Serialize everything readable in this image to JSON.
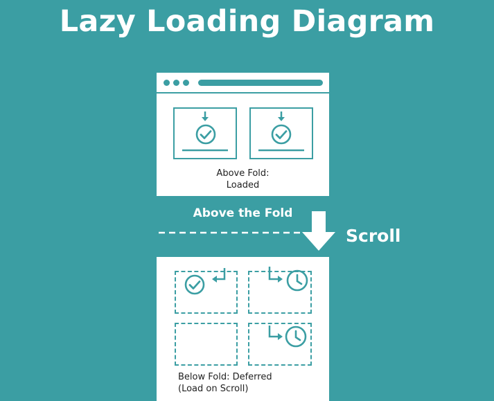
{
  "title": "Lazy Loading Diagram",
  "above_panel": {
    "caption_line1": "Above Fold:",
    "caption_line2": "Loaded",
    "items": [
      {
        "status": "loaded",
        "icon": "check-circle-icon"
      },
      {
        "status": "loaded",
        "icon": "check-circle-icon"
      }
    ]
  },
  "fold_label": "Above the Fold",
  "scroll_label": "Scroll",
  "below_panel": {
    "caption_line1": "Below Fold: Deferred",
    "caption_line2": "(Load on Scroll)",
    "items": [
      {
        "status": "loaded",
        "icon": "check-circle-icon"
      },
      {
        "status": "pending",
        "icon": "clock-icon"
      },
      {
        "status": "empty",
        "icon": ""
      },
      {
        "status": "pending",
        "icon": "clock-icon"
      }
    ]
  },
  "colors": {
    "background": "#3b9ea3",
    "panel": "#ffffff",
    "accent": "#3b9ea3",
    "text_light": "#ffffff",
    "text_dark": "#1f1f1f"
  }
}
